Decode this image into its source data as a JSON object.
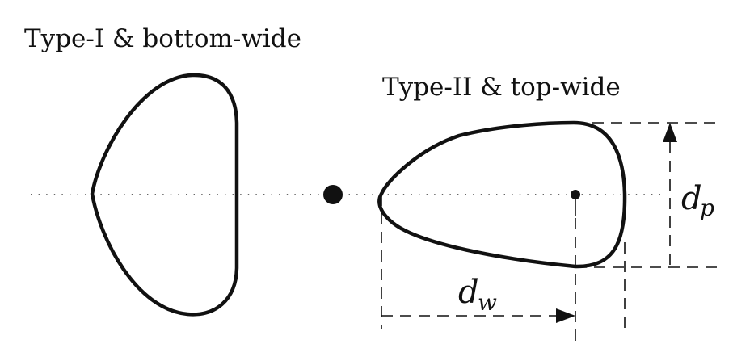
{
  "labels": {
    "type_one": "Type-I & bottom-wide",
    "type_two": "Type-II & top-wide"
  },
  "dimensions": {
    "width": {
      "symbol": "d",
      "subscript": "w"
    },
    "height": {
      "symbol": "d",
      "subscript": "p"
    }
  },
  "colors": {
    "stroke": "#111111",
    "background": "#ffffff"
  }
}
